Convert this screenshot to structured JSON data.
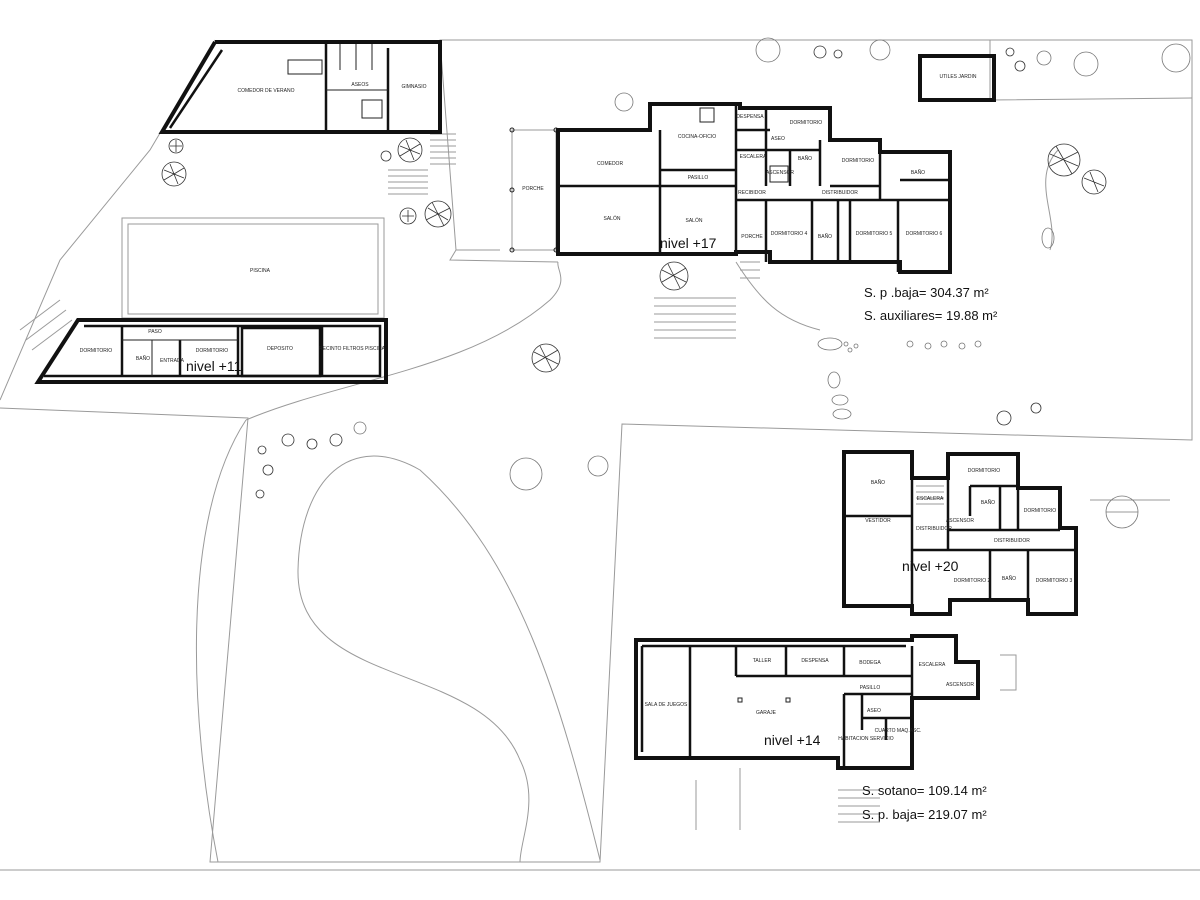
{
  "levels": {
    "l17": "nivel +17",
    "l11": "nivel +11",
    "l20": "nivel +20",
    "l14": "nivel +14"
  },
  "areas": {
    "main_ground": "S. p .baja= 304.37 m²",
    "main_aux": "S. auxiliares= 19.88 m²",
    "lower_basement": "S. sotano= 109.14 m²",
    "lower_ground": "S. p. baja= 219.07 m²"
  },
  "rooms": {
    "summer_dining": "COMEDOR DE VERANO",
    "summer_toilets": "ASEOS",
    "gym": "GIMNASIO",
    "garden_tools": "UTILES JARDIN",
    "pool": "PISCINA",
    "pool_bedroom_1": "DORMITORIO",
    "pool_passage": "PASO",
    "pool_bath": "BAÑO",
    "pool_entrance": "ENTRADA",
    "pool_bedroom_2": "DORMITORIO",
    "pool_storage": "DEPOSITO",
    "pool_filters": "RECINTO FILTROS PISCINA",
    "porch_west": "PORCHE",
    "dining": "COMEDOR",
    "living": "SALÓN",
    "living_2": "SALÓN",
    "hallway": "PASILLO",
    "kitchen": "COCINA-OFICIO",
    "pantry": "DESPENSA",
    "stair_main": "ESCALERA",
    "toilet_main": "ASEO",
    "lift_main": "ASCENSOR",
    "lobby": "RECIBIDOR",
    "porch_entry": "PORCHE",
    "bedroom_n": "DORMITORIO",
    "bath_n": "BAÑO",
    "bedroom_ne": "DORMITORIO",
    "bath_e": "BAÑO",
    "distributor": "DISTRIBUIDOR",
    "bedroom_4": "DORMITORIO 4",
    "bath_s": "BAÑO",
    "bedroom_5": "DORMITORIO 5",
    "bedroom_6": "DORMITORIO 6",
    "up_bath_1": "BAÑO",
    "up_stair": "ESCALERA",
    "up_bedroom_1": "DORMITORIO",
    "up_bath_2": "BAÑO",
    "up_bedroom_2": "DORMITORIO",
    "up_dressing": "VESTIDOR",
    "up_distributor": "DISTRIBUIDOR",
    "up_lift": "ASCENSOR",
    "up_distributor_2": "DISTRIBUIDOR",
    "up_bedroom_3": "DORMITORIO 2",
    "up_bath_3": "BAÑO",
    "up_bedroom_4": "DORMITORIO 3",
    "bs_workshop": "TALLER",
    "bs_pantry": "DESPENSA",
    "bs_cellar": "BODEGA",
    "bs_stair": "ESCALERA",
    "bs_lift": "ASCENSOR",
    "bs_hall": "PASILLO",
    "bs_games": "SALA DE JUEGOS",
    "bs_garage": "GARAJE",
    "bs_toilet": "ASEO",
    "bs_machine": "CUARTO MAQ.ASC.",
    "bs_service": "HABITACION SERVICIO"
  }
}
